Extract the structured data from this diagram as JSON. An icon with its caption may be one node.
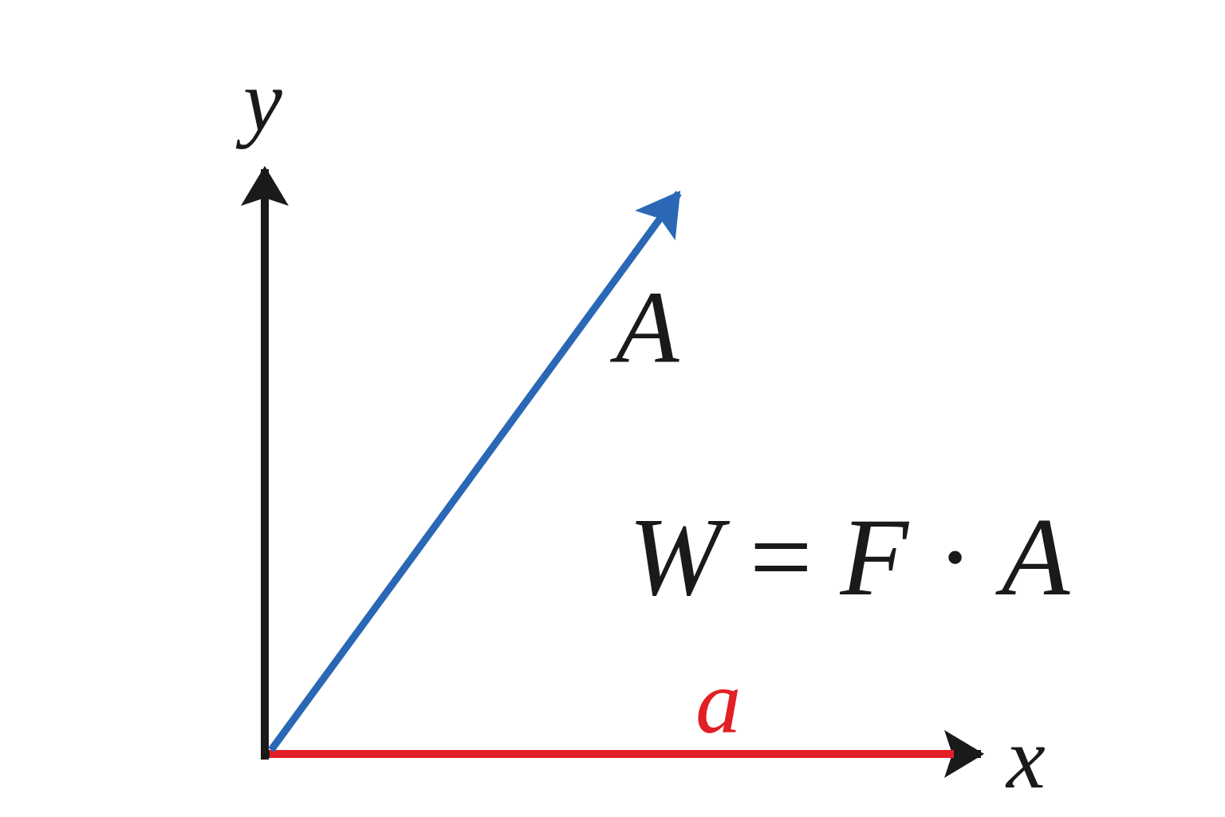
{
  "diagram": {
    "labels": [
      "y",
      "A",
      "*W* = *F* · *A*",
      "a",
      "x"
    ]
  }
}
